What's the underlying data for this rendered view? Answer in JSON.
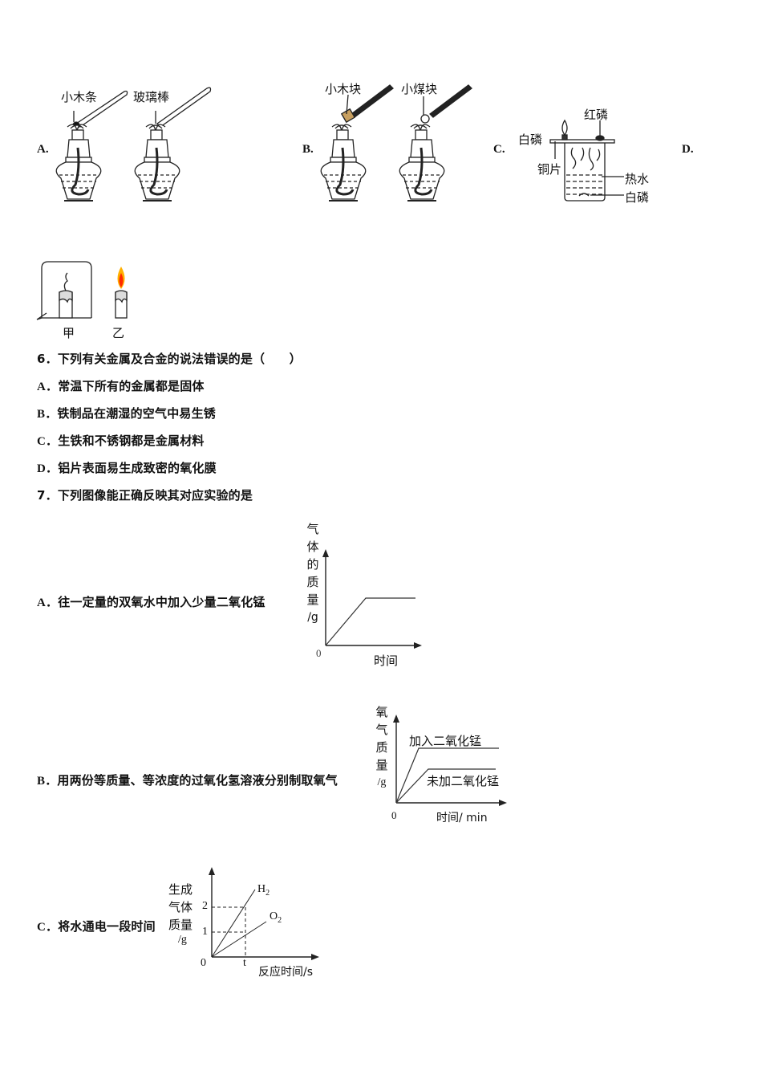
{
  "q5_options": {
    "A": {
      "letter": "A.",
      "labels": [
        "小木条",
        "玻璃棒"
      ]
    },
    "B": {
      "letter": "B.",
      "labels": [
        "小木块",
        "小煤块"
      ]
    },
    "C": {
      "letter": "C.",
      "labels": {
        "white_p_top": "白磷",
        "red_p": "红磷",
        "copper": "铜片",
        "hot_water": "热水",
        "white_p_bottom": "白磷"
      }
    },
    "D": {
      "letter": "D.",
      "labels": [
        "甲",
        "乙"
      ]
    }
  },
  "q6": {
    "stem": "6．下列有关金属及合金的说法错误的是（　　）",
    "options": [
      {
        "letter": "A．",
        "text": "常温下所有的金属都是固体"
      },
      {
        "letter": "B．",
        "text": "铁制品在潮湿的空气中易生锈"
      },
      {
        "letter": "C．",
        "text": "生铁和不锈钢都是金属材料"
      },
      {
        "letter": "D．",
        "text": "铝片表面易生成致密的氧化膜"
      }
    ]
  },
  "q7": {
    "stem": "7．下列图像能正确反映其对应实验的是",
    "options": [
      {
        "letter": "A．",
        "text": "往一定量的双氧水中加入少量二氧化锰"
      },
      {
        "letter": "B．",
        "text": "用两份等质量、等浓度的过氧化氢溶液分别制取氧气"
      },
      {
        "letter": "C．",
        "text": "将水通电一段时间"
      }
    ]
  },
  "chart_data": [
    {
      "type": "line",
      "title": "",
      "ylabel": "气体的质量/g",
      "xlabel": "时间",
      "origin_label": "0",
      "series": [
        {
          "name": "gas",
          "points": [
            [
              0,
              0
            ],
            [
              0.5,
              1
            ],
            [
              1,
              1
            ]
          ]
        }
      ],
      "grid": false
    },
    {
      "type": "line",
      "title": "",
      "ylabel": "氧气质量/g",
      "xlabel": "时间/ min",
      "origin_label": "0",
      "series": [
        {
          "name": "加入二氧化锰",
          "points": [
            [
              0,
              0
            ],
            [
              0.25,
              1
            ],
            [
              1,
              1
            ]
          ]
        },
        {
          "name": "未加二氧化锰",
          "points": [
            [
              0,
              0
            ],
            [
              0.4,
              0.6
            ],
            [
              1,
              0.6
            ]
          ]
        }
      ],
      "grid": false
    },
    {
      "type": "line",
      "title": "",
      "ylabel": "生成气体质量/g",
      "xlabel": "反应时间/s",
      "origin_label": "0",
      "yticks": [
        "1",
        "2"
      ],
      "xticks": [
        "t"
      ],
      "series": [
        {
          "name": "H₂",
          "label": "H2",
          "points": [
            [
              0,
              0
            ],
            [
              "t",
              2
            ]
          ]
        },
        {
          "name": "O₂",
          "label": "O2",
          "points": [
            [
              0,
              0
            ],
            [
              "t",
              1
            ]
          ]
        }
      ],
      "grid": false
    }
  ],
  "chart_labels": {
    "a_y": [
      "气",
      "体",
      "的",
      "质",
      "量",
      "/g"
    ],
    "a_x": "时间",
    "a_origin": "0",
    "b_y": [
      "氧",
      "气",
      "质",
      "量",
      "/g"
    ],
    "b_x": "时间/ min",
    "b_origin": "0",
    "b_series1": "加入二氧化锰",
    "b_series2": "未加二氧化锰",
    "c_y1": "生成",
    "c_y2": "气体",
    "c_y3": "质量",
    "c_y4": "/g",
    "c_x": "反应时间/s",
    "c_origin": "0",
    "c_tick_2": "2",
    "c_tick_1": "1",
    "c_tick_t": "t",
    "c_h2": "H",
    "c_h2_sub": "2",
    "c_o2": "O",
    "c_o2_sub": "2"
  }
}
